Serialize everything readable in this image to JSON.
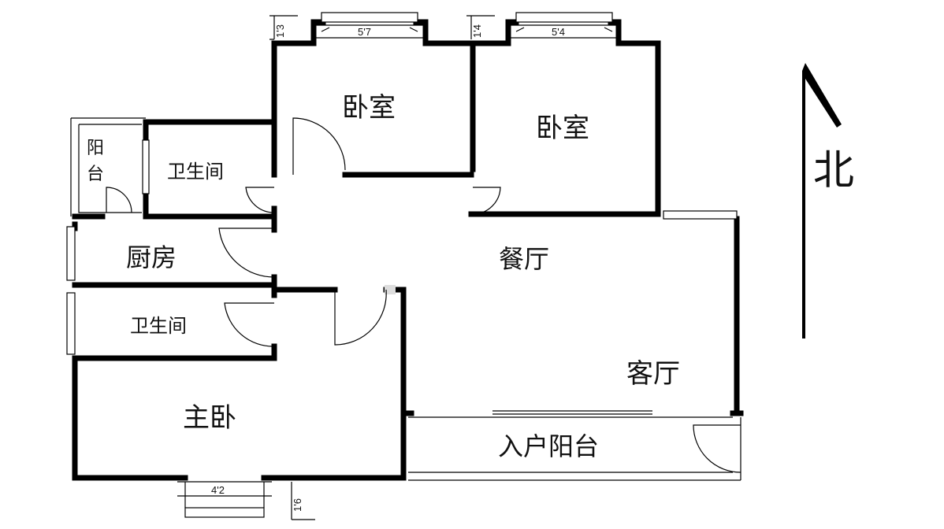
{
  "rooms": {
    "bedroom_top_left": "卧室",
    "bedroom_top_right": "卧室",
    "balcony_small": "阳台",
    "bathroom_upper": "卫生间",
    "kitchen": "厨房",
    "dining": "餐厅",
    "bathroom_lower": "卫生间",
    "living": "客厅",
    "master_bedroom": "主卧",
    "entry_balcony": "入户阳台"
  },
  "dimensions": {
    "top_left_window": "5'7",
    "top_right_window": "5'4",
    "bottom_window": "4'2",
    "top_left_depth": "1'3",
    "top_right_depth": "1'4",
    "bottom_depth": "1'6"
  },
  "compass": {
    "label": "北"
  }
}
